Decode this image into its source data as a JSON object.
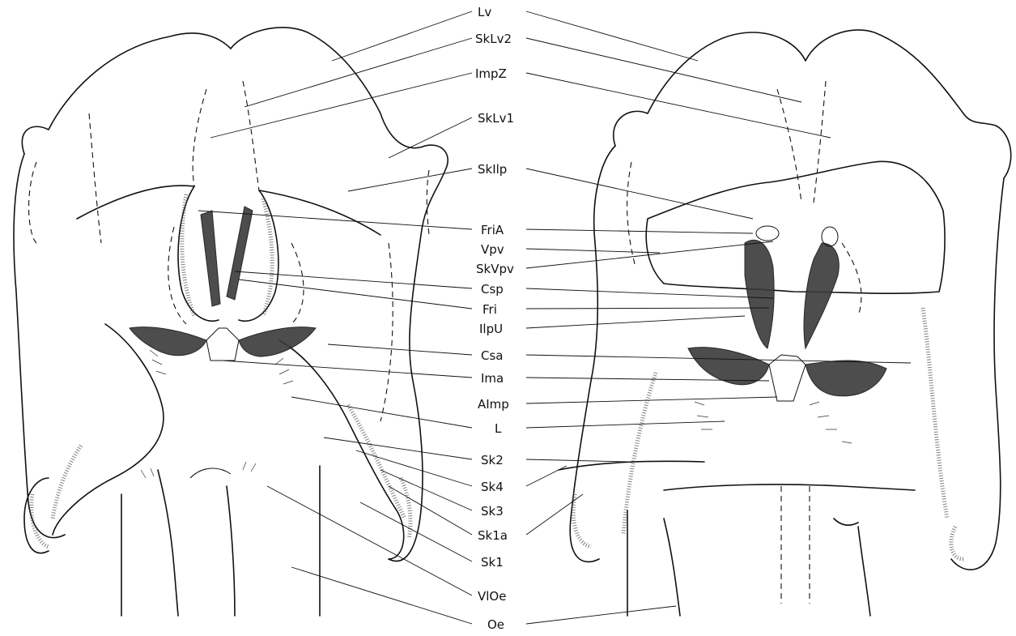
{
  "labels": {
    "lv": "Lv",
    "sklv2": "SkLv2",
    "impz": "ImpZ",
    "sklv1": "SkLv1",
    "skilp": "SkIlp",
    "fria": "FriA",
    "vpv": "Vpv",
    "skvpv": "SkVpv",
    "csp": "Csp",
    "fri": "Fri",
    "ilpu": "IlpU",
    "csa": "Csa",
    "ima": "Ima",
    "aimp": "AImp",
    "l": "L",
    "sk2": "Sk2",
    "sk4": "Sk4",
    "sk3": "Sk3",
    "sk1a": "Sk1a",
    "sk1": "Sk1",
    "vloe": "VlOe",
    "oe": "Oe"
  }
}
